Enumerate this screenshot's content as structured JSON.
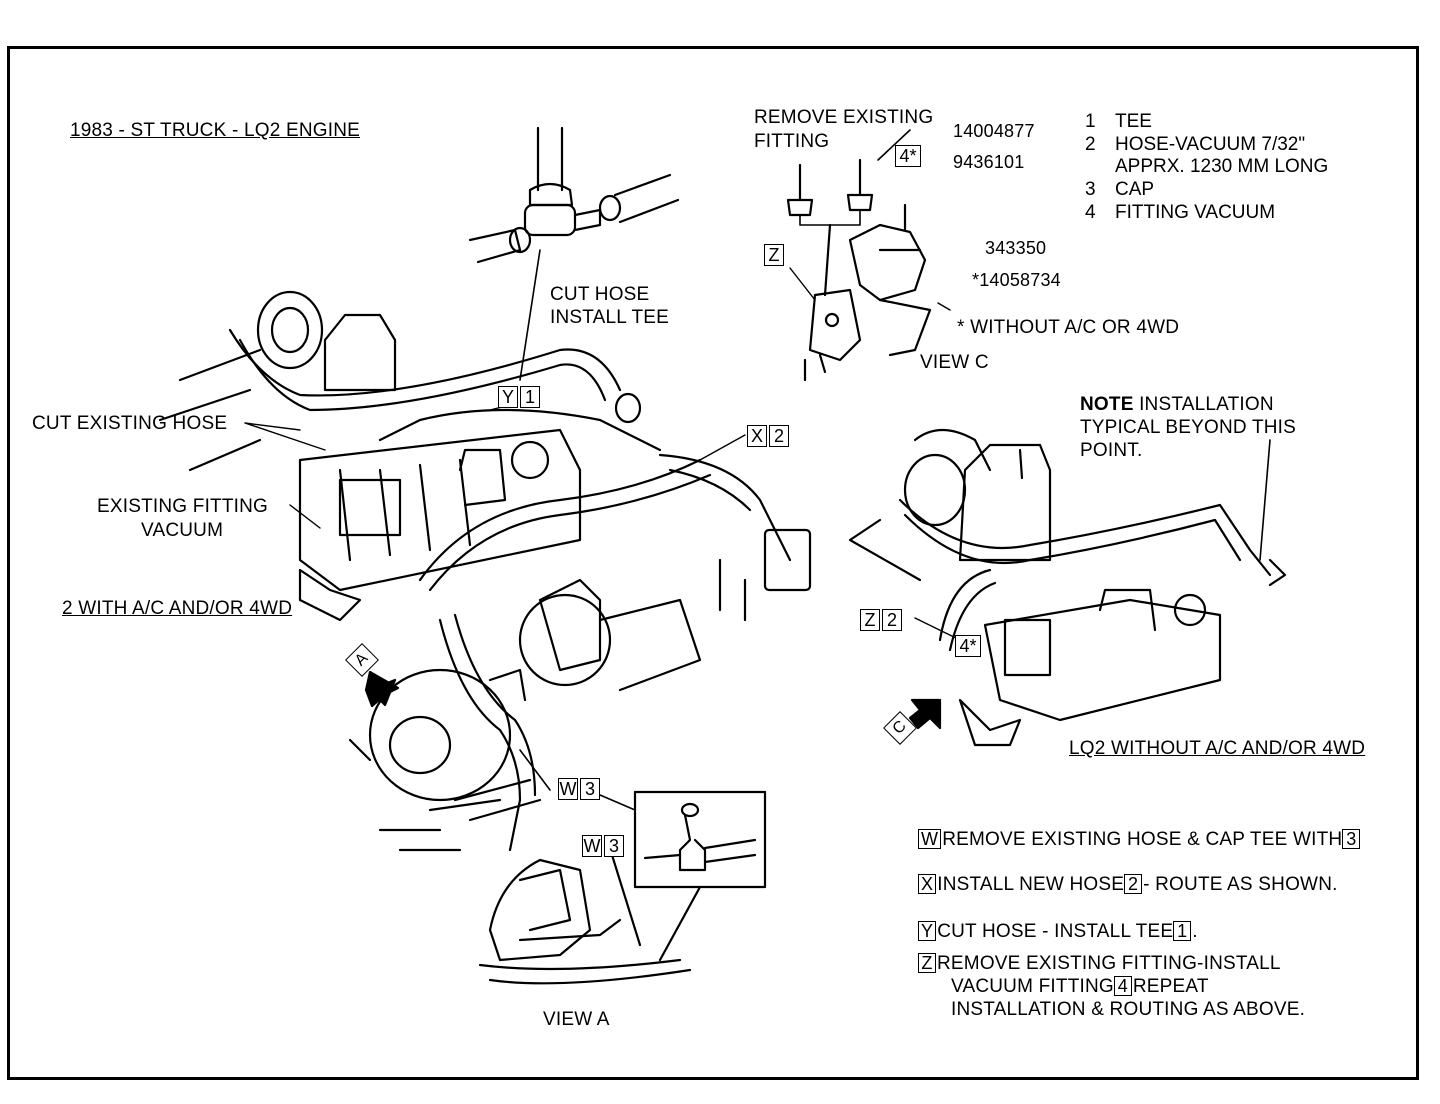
{
  "title": "1983 - ST TRUCK - LQ2 ENGINE",
  "labels": {
    "cut_hose_install_tee_1": "CUT HOSE",
    "cut_hose_install_tee_2": "INSTALL TEE",
    "cut_existing_hose": "CUT EXISTING HOSE",
    "existing_fitting_1": "EXISTING FITTING",
    "existing_fitting_2": "VACUUM",
    "with_ac_4wd": "2 WITH A/C AND/OR 4WD",
    "remove_existing_1": "REMOVE EXISTING",
    "remove_existing_2": "FITTING",
    "part_a": "14004877",
    "part_b": "9436101",
    "part_c": "343350",
    "part_d": "*14058734",
    "without_ac": "* WITHOUT A/C OR 4WD",
    "view_c": "VIEW C",
    "view_a": "VIEW A",
    "note_bold": "NOTE",
    "note_1": " INSTALLATION",
    "note_2": "TYPICAL BEYOND THIS",
    "note_3": "POINT.",
    "lq2_without": "LQ2 WITHOUT A/C AND/OR 4WD"
  },
  "tags": {
    "y": "Y",
    "x": "X",
    "w": "W",
    "z": "Z",
    "one": "1",
    "two": "2",
    "three": "3",
    "four_star": "4*",
    "a": "A",
    "c": "C"
  },
  "legend": [
    {
      "num": "1",
      "text": "TEE"
    },
    {
      "num": "2",
      "text": "HOSE-VACUUM 7/32\""
    },
    {
      "num": "",
      "text": "APPRX. 1230 MM LONG"
    },
    {
      "num": "3",
      "text": "CAP"
    },
    {
      "num": "4",
      "text": "FITTING VACUUM"
    }
  ],
  "instructions": {
    "w": {
      "key": "W",
      "text": "REMOVE EXISTING HOSE & CAP TEE WITH",
      "ref": "3"
    },
    "x": {
      "key": "X",
      "text": "INSTALL NEW HOSE",
      "ref": "2",
      "tail": "- ROUTE AS SHOWN."
    },
    "y": {
      "key": "Y",
      "text": "CUT HOSE - INSTALL TEE",
      "ref": "1",
      "tail": "."
    },
    "z": {
      "key": "Z",
      "text": "REMOVE EXISTING FITTING-INSTALL",
      "line2": "VACUUM FITTING",
      "ref": "4",
      "tail2": "REPEAT",
      "line3": "INSTALLATION & ROUTING AS ABOVE."
    }
  }
}
